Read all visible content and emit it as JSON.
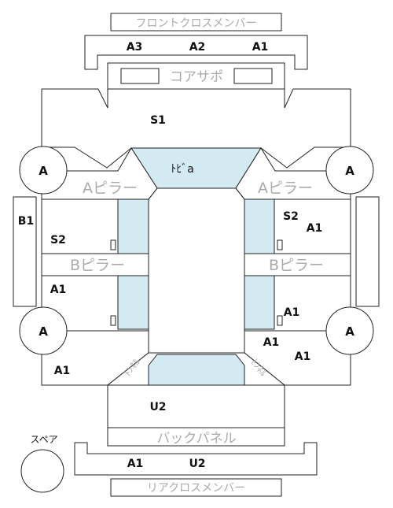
{
  "labels": {
    "front_cross_member": "フロントクロスメンバー",
    "front_a3": "A3",
    "front_a2": "A2",
    "front_a1": "A1",
    "core_support": "コアサポ",
    "s1": "S1",
    "toeboard": "ﾄﾋﾞa",
    "a_left_top": "A",
    "a_right_top": "A",
    "a_pillar_left": "Aピラー",
    "a_pillar_right": "Aピラー",
    "b1": "B1",
    "s2_left": "S2",
    "s2_right": "S2",
    "a1_right_upper": "A1",
    "b_pillar_left": "Bピラー",
    "b_pillar_right": "Bピラー",
    "a1_left_mid": "A1",
    "a_left_bottom": "A",
    "a_right_bottom": "A",
    "a1_right_mid": "A1",
    "a1_right_lower1": "A1",
    "a1_right_lower2": "A1",
    "a1_left_bottom": "A1",
    "tunnel_left": "ﾄﾝﾈﾙ",
    "tunnel_right": "ﾄﾝﾈﾙ",
    "u2_center": "U2",
    "back_panel": "バックパネル",
    "spare": "スペア",
    "rear_a1": "A1",
    "rear_u2": "U2",
    "rear_cross_member": "リアクロスメンバー"
  },
  "colors": {
    "highlight_fill": "#d4eaf2",
    "outline": "#222222",
    "gray_text": "#aaaaaa"
  }
}
